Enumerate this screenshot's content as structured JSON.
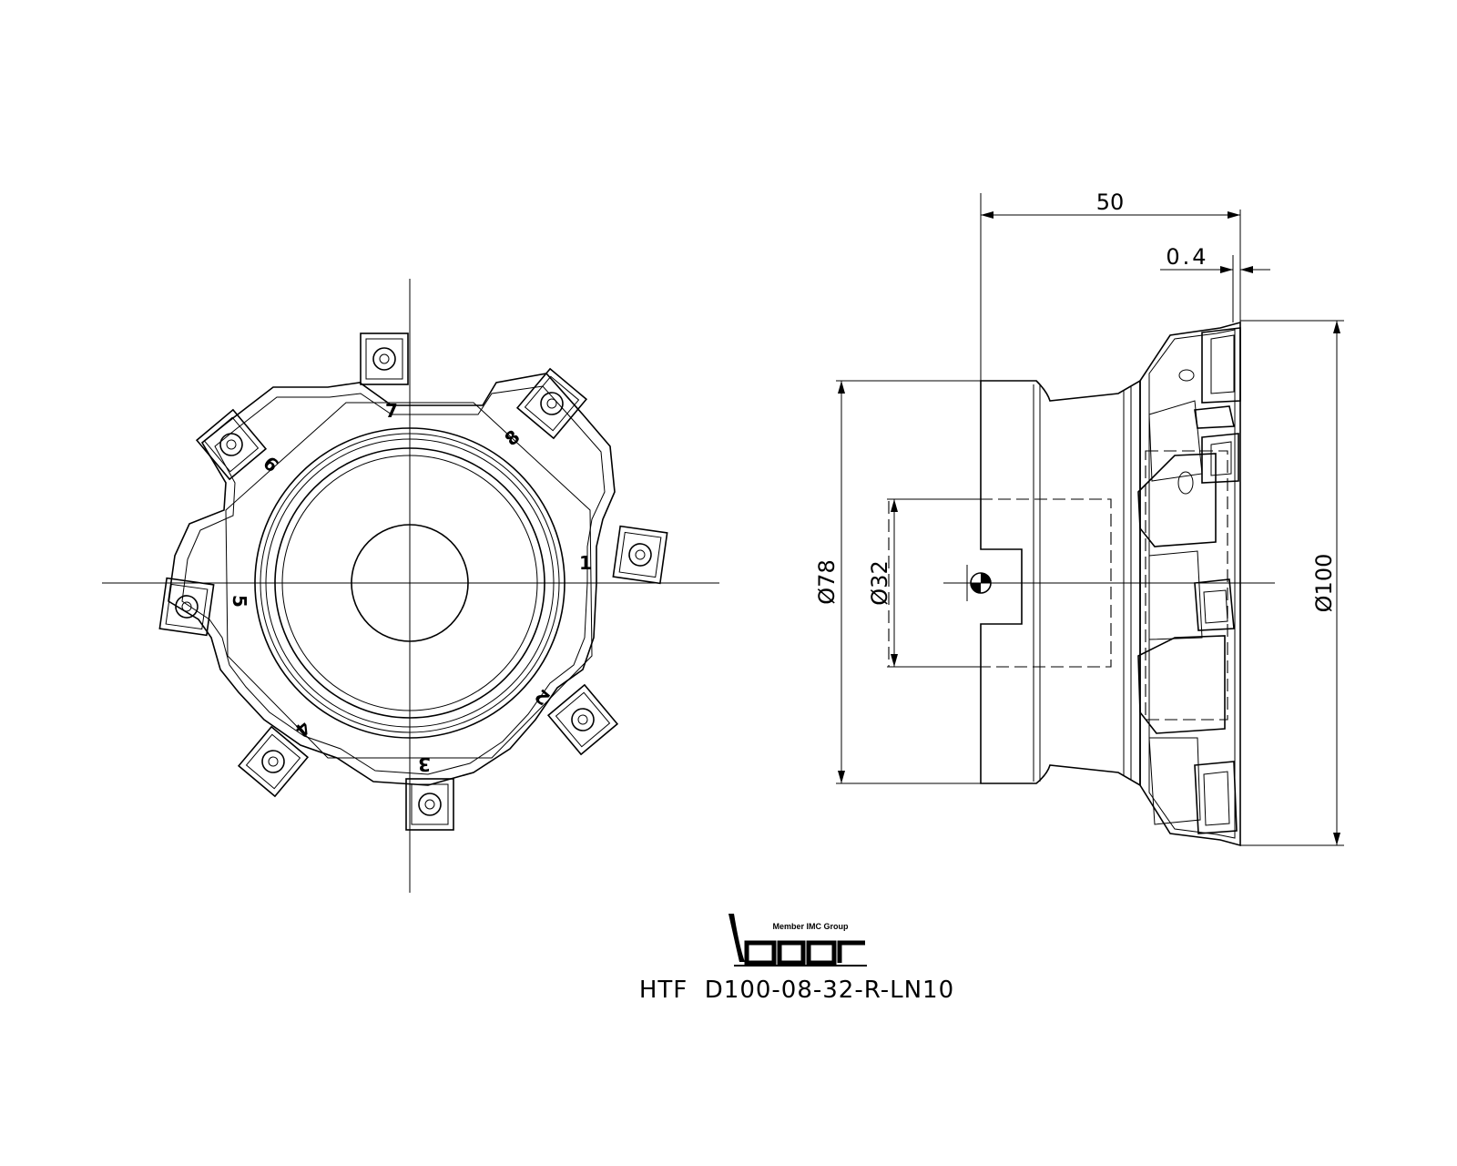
{
  "front_view": {
    "insert_numbers": [
      "1",
      "2",
      "3",
      "4",
      "5",
      "6",
      "7",
      "8"
    ]
  },
  "side_view": {
    "dimensions": {
      "length": "50",
      "offset": "0.4",
      "shank_diameter": "Ø78",
      "bore_diameter": "Ø32",
      "cutter_diameter": "Ø100"
    }
  },
  "logo": {
    "brand": "iscar",
    "member_text": "Member IMC Group"
  },
  "product_code": "HTF  D100-08-32-R-LN10"
}
